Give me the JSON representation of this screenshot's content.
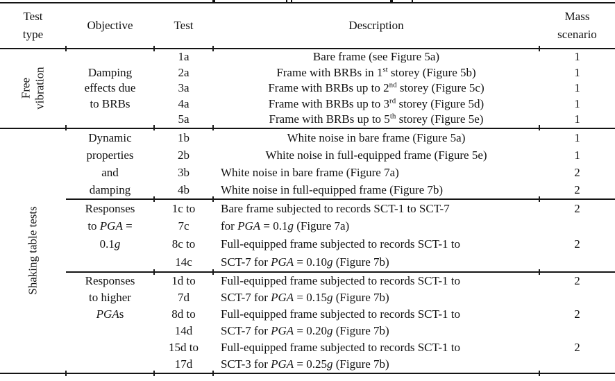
{
  "header": {
    "test_type_l1": "Test",
    "test_type_l2": "type",
    "objective": "Objective",
    "test": "Test",
    "description": "Description",
    "mass_l1": "Mass",
    "mass_l2": "scenario"
  },
  "section_labels": {
    "free_vibration_l1": "Free",
    "free_vibration_l2": "vibration",
    "shaking": "Shaking table tests"
  },
  "objectives": {
    "damping": {
      "l1": "Damping",
      "l2": "effects due",
      "l3": "to BRBs"
    },
    "dynamic": {
      "l1": "Dynamic",
      "l2": "properties",
      "l3": "and",
      "l4": "damping"
    },
    "resp01": {
      "l1": "Responses",
      "l2": "to *PGA* =",
      "l3": "0.1*g*"
    },
    "resphigh": {
      "l1": "Responses",
      "l2": "to higher",
      "l3": "*PGA*s"
    }
  },
  "rows": {
    "r1a": {
      "test": "1a",
      "desc": "Bare frame (see Figure 5a)",
      "mass": "1"
    },
    "r2a": {
      "test": "2a",
      "desc": "Frame with BRBs in 1^st^ storey (Figure 5b)",
      "mass": "1"
    },
    "r3a": {
      "test": "3a",
      "desc": "Frame with BRBs up to 2^nd^ storey (Figure 5c)",
      "mass": "1"
    },
    "r4a": {
      "test": "4a",
      "desc": "Frame with BRBs up to 3^rd^ storey (Figure 5d)",
      "mass": "1"
    },
    "r5a": {
      "test": "5a",
      "desc": "Frame with BRBs up to 5^th^ storey (Figure 5e)",
      "mass": "1"
    },
    "r1b": {
      "test": "1b",
      "desc": "White noise in bare frame (Figure 5a)",
      "mass": "1"
    },
    "r2b": {
      "test": "2b",
      "desc": "White noise in full-equipped frame (Figure 5e)",
      "mass": "1"
    },
    "r3b": {
      "test": "3b",
      "desc": "White noise in bare frame (Figure 7a)",
      "mass": "2"
    },
    "r4b": {
      "test": "4b",
      "desc": "White noise in full-equipped frame (Figure 7b)",
      "mass": "2"
    },
    "rc1": {
      "test_l1": "1c to",
      "test_l2": "7c",
      "desc_l1": "Bare frame subjected to records SCT-1 to SCT-7",
      "desc_l2": "for *PGA* = 0.1*g* (Figure 7a)",
      "mass": "2"
    },
    "rc2": {
      "test_l1": "8c to",
      "test_l2": "14c",
      "desc_l1": "Full-equipped frame subjected to records SCT-1 to",
      "desc_l2": "SCT-7 for *PGA* = 0.10*g* (Figure 7b)",
      "mass": "2"
    },
    "rd1": {
      "test_l1": "1d to",
      "test_l2": "7d",
      "desc_l1": "Full-equipped frame subjected to records SCT-1 to",
      "desc_l2": "SCT-7 for *PGA* = 0.15*g* (Figure 7b)",
      "mass": "2"
    },
    "rd2": {
      "test_l1": "8d to",
      "test_l2": "14d",
      "desc_l1": "Full-equipped frame subjected to records SCT-1 to",
      "desc_l2": "SCT-7 for *PGA* = 0.20*g* (Figure 7b)",
      "mass": "2"
    },
    "rd3": {
      "test_l1": "15d to",
      "test_l2": "17d",
      "desc_l1": "Full-equipped frame subjected to records SCT-1 to",
      "desc_l2": "SCT-3 for *PGA* = 0.25*g* (Figure 7b)",
      "mass": "2"
    }
  }
}
